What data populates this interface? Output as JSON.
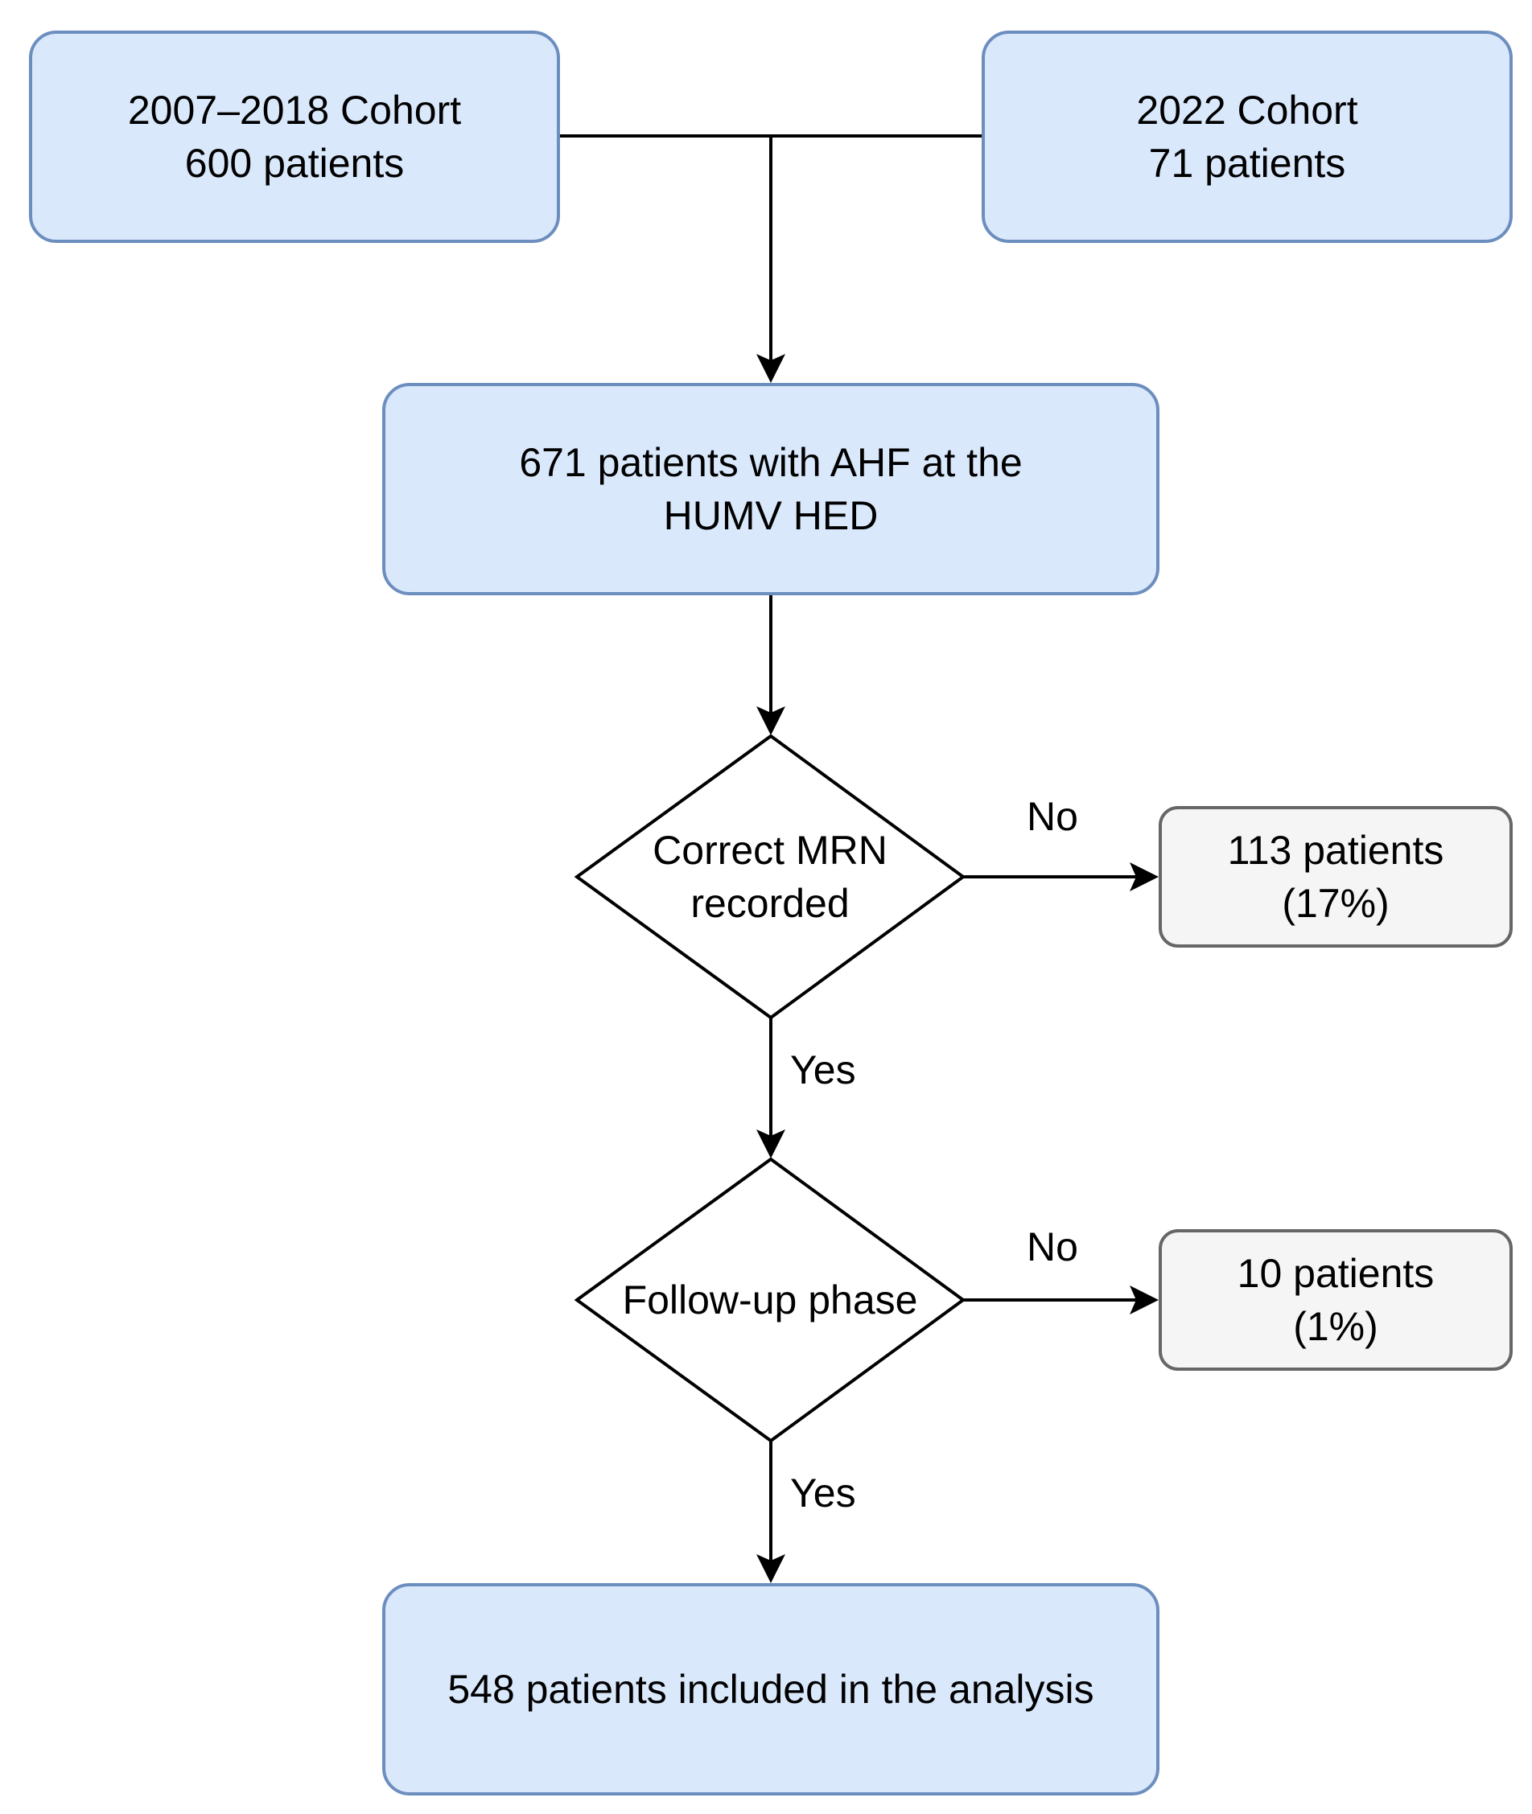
{
  "nodes": {
    "cohort_2007_2018": {
      "line1": "2007–2018 Cohort",
      "line2": "600 patients"
    },
    "cohort_2022": {
      "line1": "2022 Cohort",
      "line2": "71 patients"
    },
    "total": {
      "line1": "671 patients with AHF at the",
      "line2": "HUMV HED"
    },
    "decision_mrn": {
      "line1": "Correct MRN",
      "line2": "recorded"
    },
    "excluded_mrn": {
      "line1": "113 patients",
      "line2": "(17%)"
    },
    "decision_followup": {
      "line1": "Follow-up phase"
    },
    "excluded_followup": {
      "line1": "10 patients",
      "line2": "(1%)"
    },
    "final": {
      "line1": "548 patients included in the analysis"
    }
  },
  "edge_labels": {
    "mrn_no": "No",
    "mrn_yes": "Yes",
    "followup_no": "No",
    "followup_yes": "Yes"
  },
  "colors": {
    "process_fill": "#dae8fc",
    "process_stroke": "#6c8ebf",
    "excluded_fill": "#f5f5f5",
    "excluded_stroke": "#666666",
    "line": "#000000"
  }
}
